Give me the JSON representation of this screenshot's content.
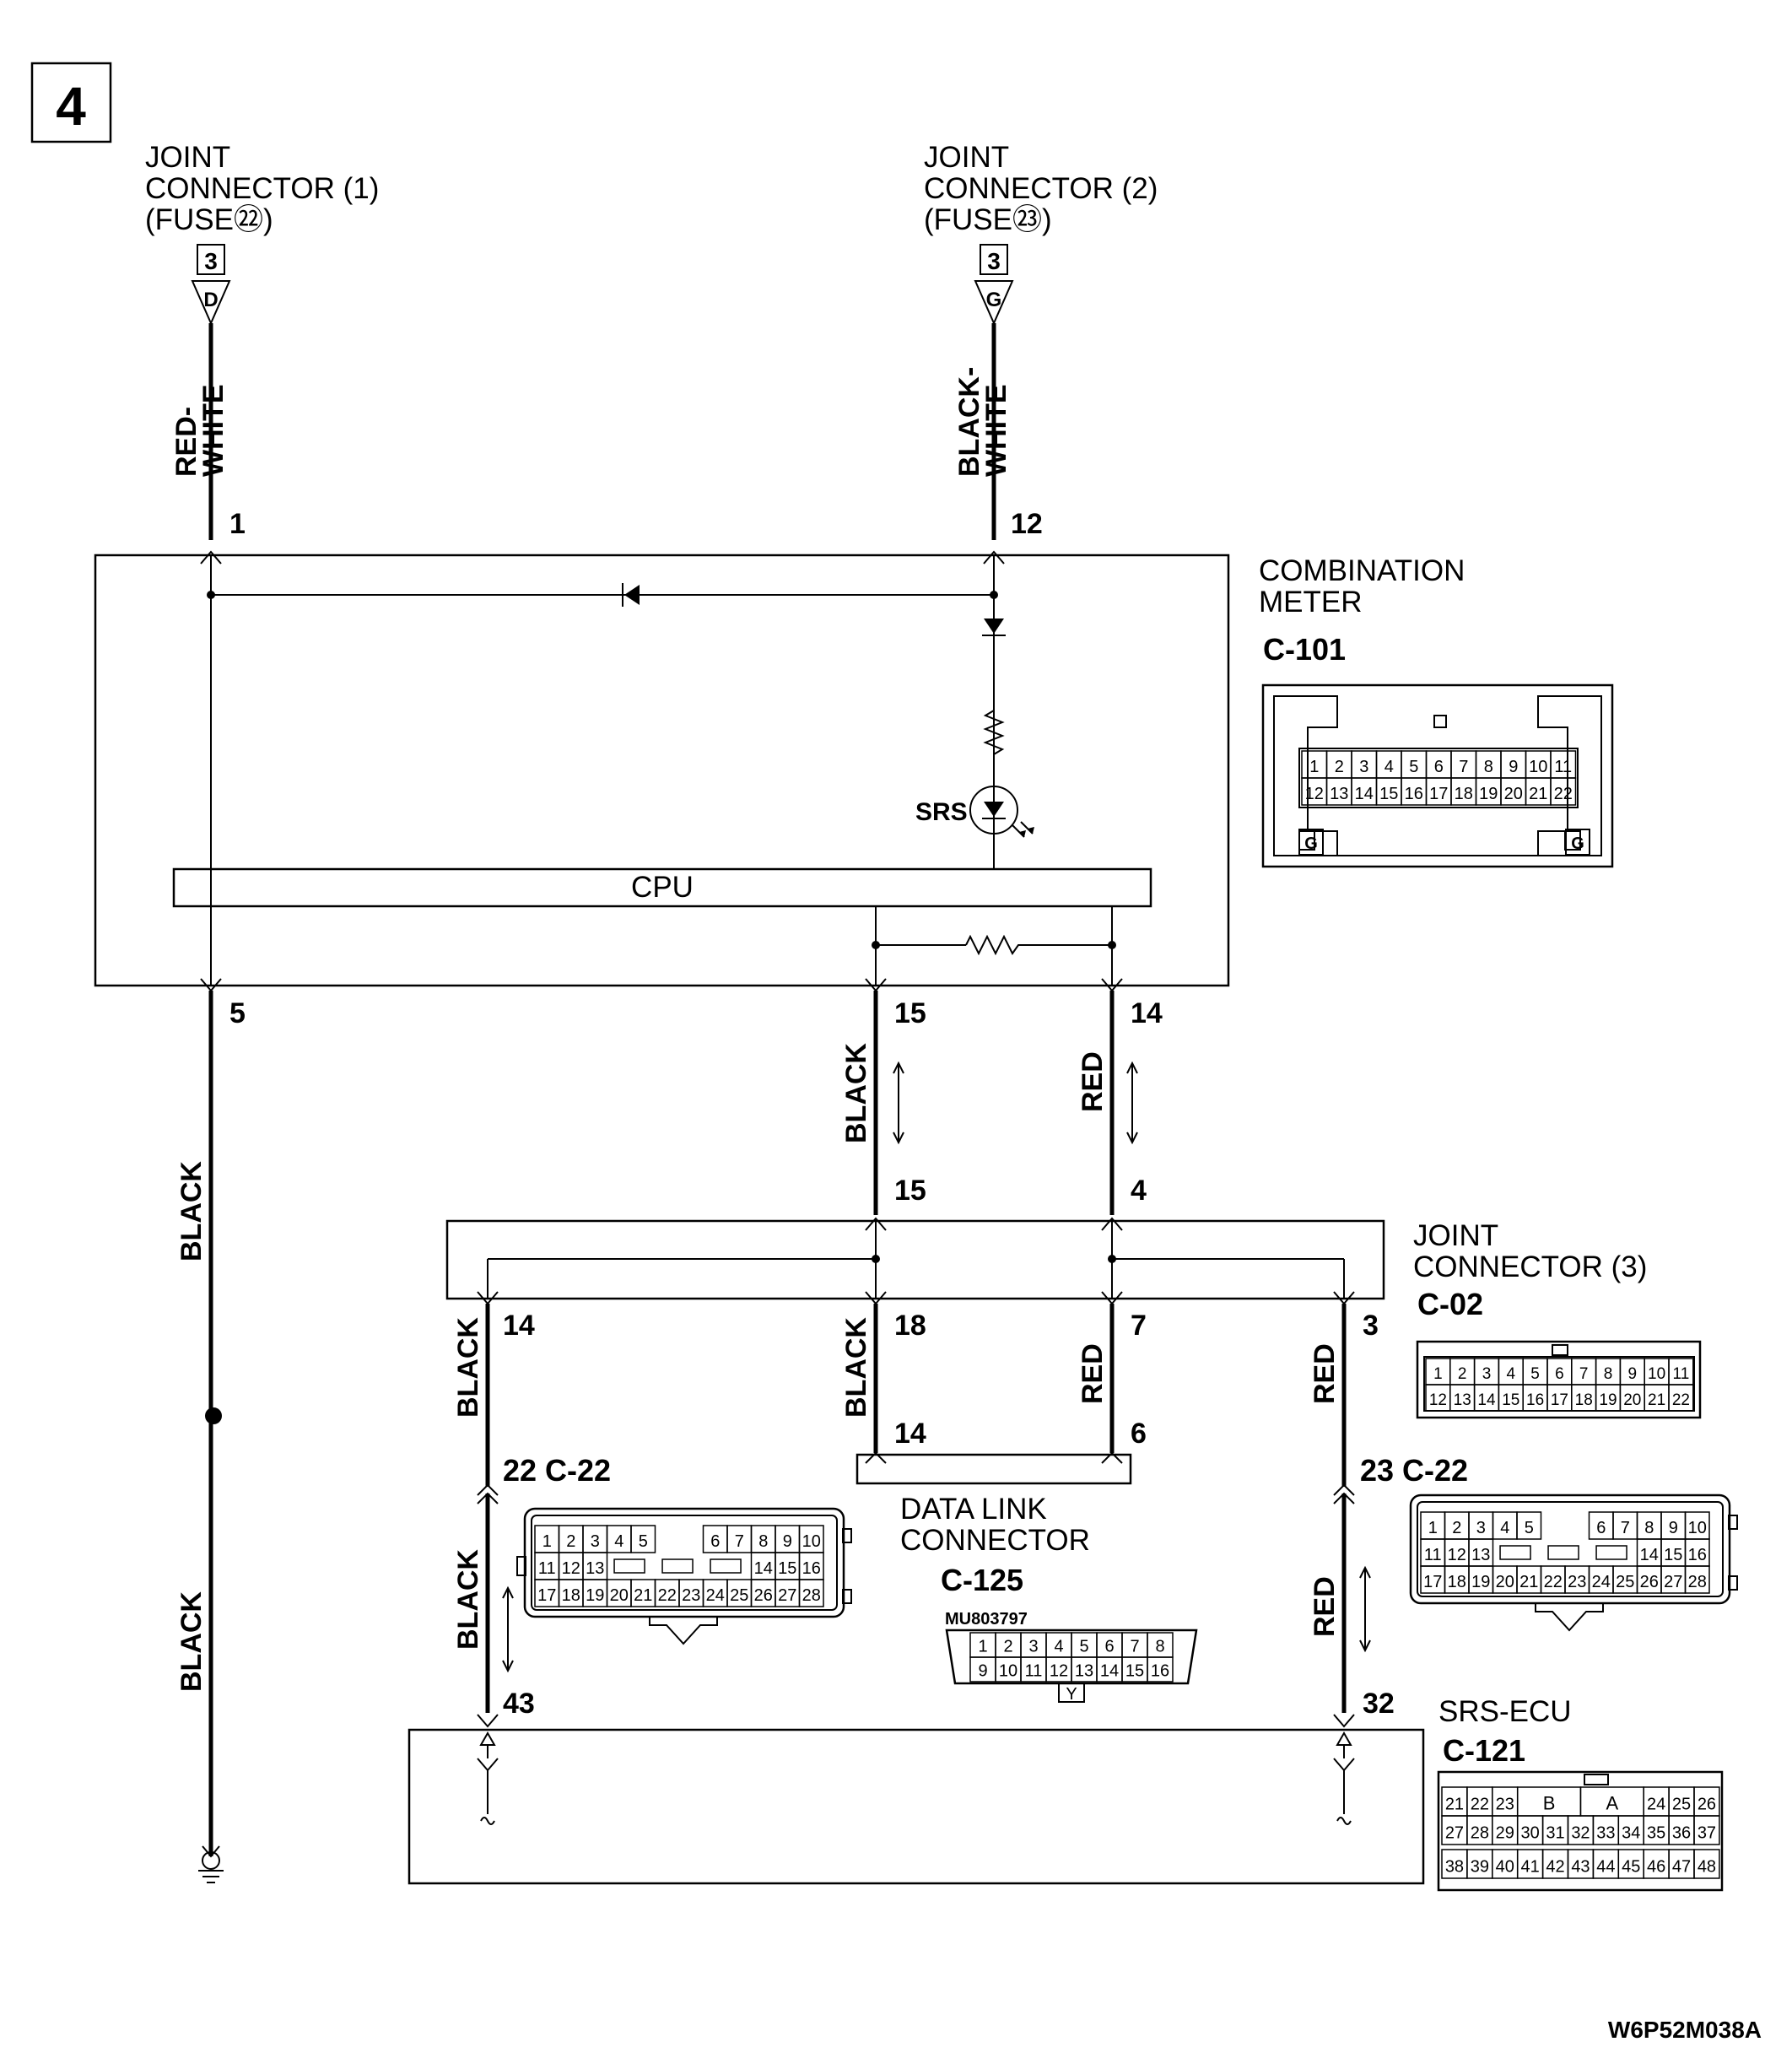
{
  "page_number": "4",
  "figure_code": "W6P52M038A",
  "colors": {
    "ink": "#000000",
    "background": "#ffffff"
  },
  "joint_connector_1": {
    "label_line1": "JOINT",
    "label_line2": "CONNECTOR (1)",
    "label_line3": "(FUSE㉒)",
    "ref_page": "3",
    "ref_letter": "D"
  },
  "joint_connector_2": {
    "label_line1": "JOINT",
    "label_line2": "CONNECTOR (2)",
    "label_line3": "(FUSE㉓)",
    "ref_page": "3",
    "ref_letter": "G"
  },
  "wires": {
    "red_white_l1": "RED-",
    "red_white_l2": "WHITE",
    "black_white_l1": "BLACK-",
    "black_white_l2": "WHITE",
    "black_main_upper": "BLACK",
    "black_main_lower": "BLACK",
    "black_pin15": "BLACK",
    "red_pin14": "RED",
    "black_jc_14": "BLACK",
    "black_jc_18": "BLACK",
    "red_jc_7": "RED",
    "red_jc_3": "RED",
    "black_c22_22": "BLACK",
    "red_c22_23": "RED"
  },
  "combination_meter": {
    "label_line1": "COMBINATION",
    "label_line2": "METER",
    "connector_id": "C-101",
    "cpu_label": "CPU",
    "srs_label": "SRS",
    "pins": {
      "p1": "1",
      "p12": "12",
      "p5": "5",
      "p15": "15",
      "p14": "14"
    },
    "row1": [
      "1",
      "2",
      "3",
      "4",
      "5",
      "6",
      "7",
      "8",
      "9",
      "10",
      "11"
    ],
    "row2": [
      "12",
      "13",
      "14",
      "15",
      "16",
      "17",
      "18",
      "19",
      "20",
      "21",
      "22"
    ],
    "corner_mark": "G"
  },
  "joint_connector_3": {
    "label_line1": "JOINT",
    "label_line2": "CONNECTOR (3)",
    "connector_id": "C-02",
    "pins": {
      "in15": "15",
      "in4": "4",
      "out14": "14",
      "out18": "18",
      "out7": "7",
      "out3": "3"
    },
    "row1": [
      "1",
      "2",
      "3",
      "4",
      "5",
      "6",
      "7",
      "8",
      "9",
      "10",
      "11"
    ],
    "row2": [
      "12",
      "13",
      "14",
      "15",
      "16",
      "17",
      "18",
      "19",
      "20",
      "21",
      "22"
    ]
  },
  "c22_left": {
    "pin_label": "22 C-22",
    "row1": [
      "1",
      "2",
      "3",
      "4",
      "5",
      "6",
      "7",
      "8",
      "9",
      "10"
    ],
    "row2": [
      "11",
      "12",
      "13",
      "14",
      "15",
      "16"
    ],
    "row3": [
      "17",
      "18",
      "19",
      "20",
      "21",
      "22",
      "23",
      "24",
      "25",
      "26",
      "27",
      "28"
    ]
  },
  "c22_right": {
    "pin_label": "23 C-22",
    "row1": [
      "1",
      "2",
      "3",
      "4",
      "5",
      "6",
      "7",
      "8",
      "9",
      "10"
    ],
    "row2": [
      "11",
      "12",
      "13",
      "14",
      "15",
      "16"
    ],
    "row3": [
      "17",
      "18",
      "19",
      "20",
      "21",
      "22",
      "23",
      "24",
      "25",
      "26",
      "27",
      "28"
    ]
  },
  "data_link_connector": {
    "label_line1": "DATA LINK",
    "label_line2": "CONNECTOR",
    "connector_id": "C-125",
    "part_number": "MU803797",
    "pin14": "14",
    "pin6": "6",
    "row1": [
      "1",
      "2",
      "3",
      "4",
      "5",
      "6",
      "7",
      "8"
    ],
    "row2": [
      "9",
      "10",
      "11",
      "12",
      "13",
      "14",
      "15",
      "16"
    ],
    "mark": "Y"
  },
  "srs_ecu": {
    "label": "SRS-ECU",
    "connector_id": "C-121",
    "pin43": "43",
    "pin32": "32",
    "row1": [
      "21",
      "22",
      "23",
      "B",
      "A",
      "24",
      "25",
      "26"
    ],
    "row2": [
      "27",
      "28",
      "29",
      "30",
      "31",
      "32",
      "33",
      "34",
      "35",
      "36",
      "37"
    ],
    "row3": [
      "38",
      "39",
      "40",
      "41",
      "42",
      "43",
      "44",
      "45",
      "46",
      "47",
      "48"
    ]
  }
}
